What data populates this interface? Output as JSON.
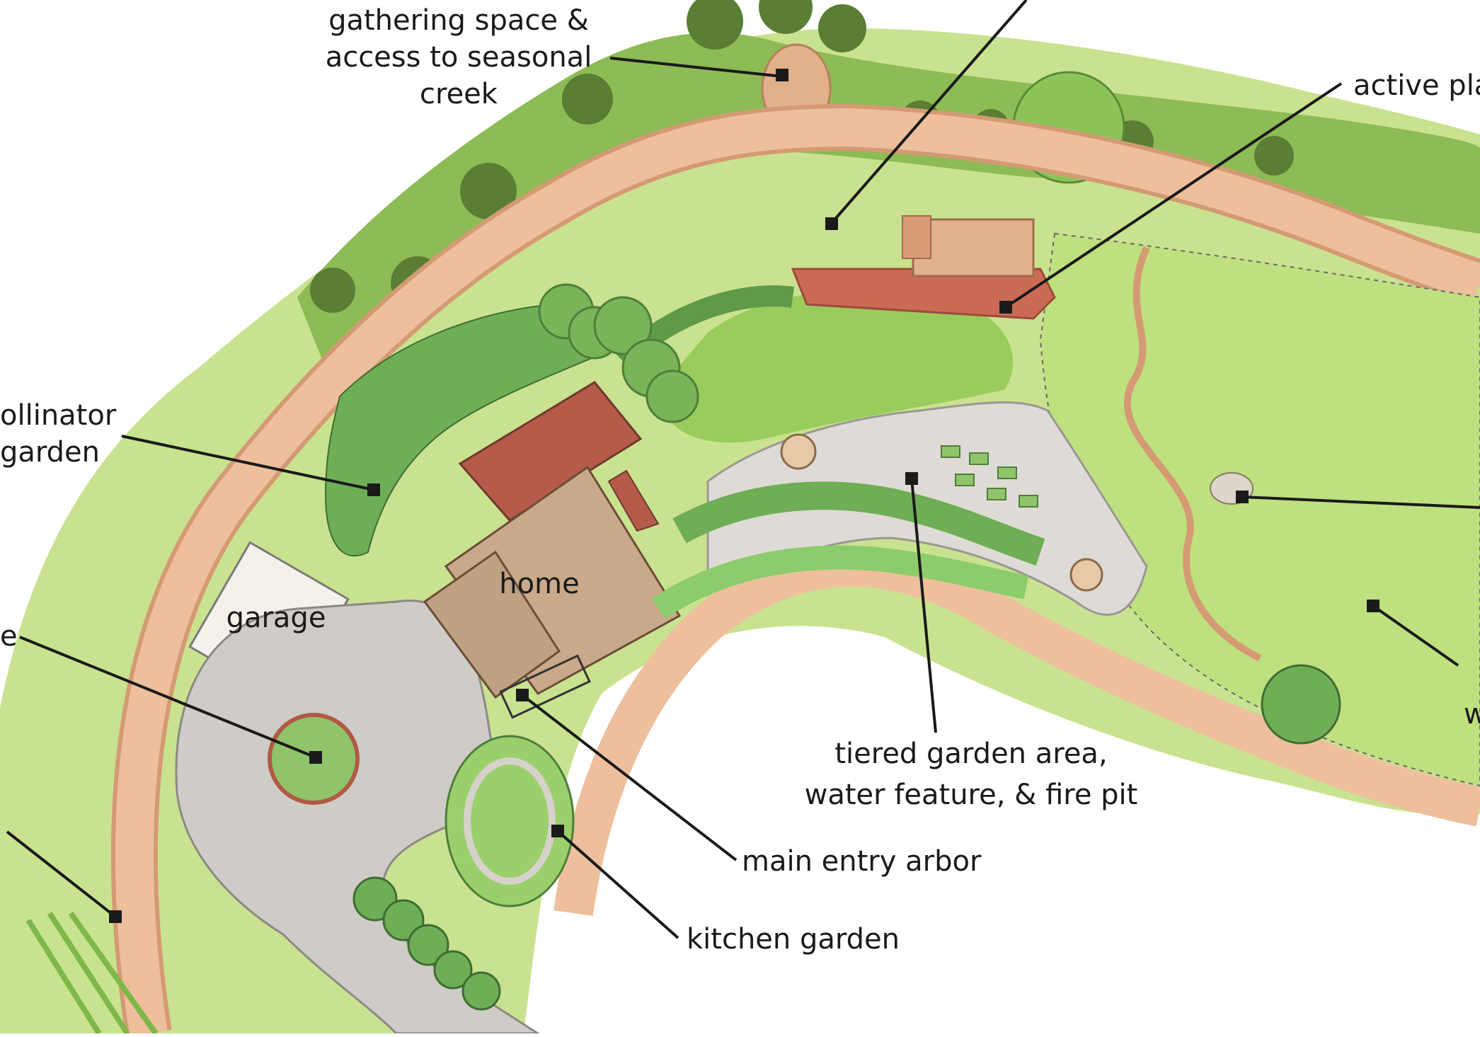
{
  "labels": {
    "gathering": [
      "gathering space &",
      "access to seasonal",
      "creek"
    ],
    "active_play": "active pla",
    "pollinator": [
      "ollinator",
      "garden"
    ],
    "home": "home",
    "garage": "garage",
    "left_e": "e",
    "tiered": [
      "tiered garden area,",
      "water feature, & fire pit"
    ],
    "arbor": "main entry arbor",
    "kitchen": "kitchen garden",
    "right_w": "w"
  },
  "colors": {
    "lawn": "#a9d06a",
    "lawn_dark": "#7fb84a",
    "path": "#e7b693",
    "path_edge": "#d49a74",
    "woodland": "#6f9a3f",
    "roof_red": "#b65a4a",
    "roof_wood": "#c9a98a",
    "paving": "#d9d6d2",
    "ink": "#1a1a1a"
  }
}
